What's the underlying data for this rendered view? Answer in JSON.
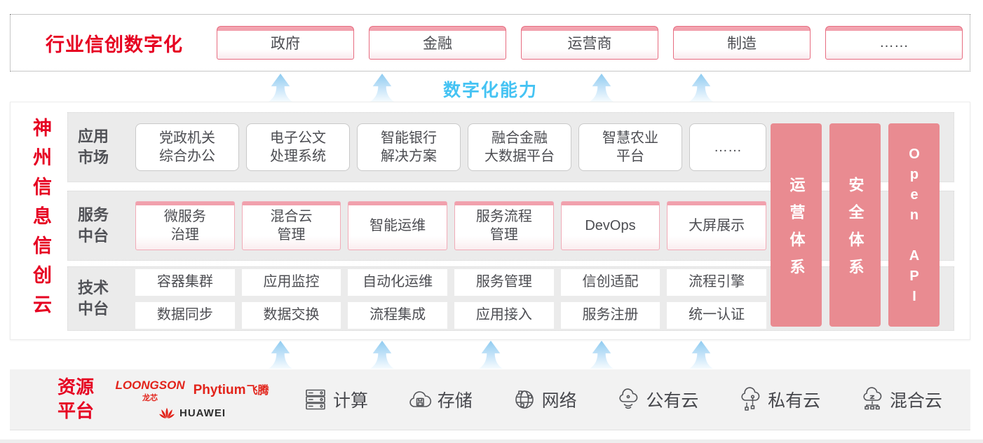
{
  "top_band": {
    "label": "行业信创数字化",
    "sectors": [
      {
        "label": "政府"
      },
      {
        "label": "金融"
      },
      {
        "label": "运营商"
      },
      {
        "label": "制造"
      },
      {
        "label": "……"
      }
    ]
  },
  "capability": {
    "label": "数字化能力"
  },
  "platform": {
    "title": "神州信息信创云",
    "rows": [
      {
        "label": "应用\n市场",
        "items": [
          "党政机关\n综合办公",
          "电子公文\n处理系统",
          "智能银行\n解决方案",
          "融合金融\n大数据平台",
          "智慧农业\n平台",
          "……"
        ]
      },
      {
        "label": "服务\n中台",
        "items": [
          "微服务\n治理",
          "混合云\n管理",
          "智能运维",
          "服务流程\n管理",
          "DevOps",
          "大屏展示"
        ]
      },
      {
        "label": "技术\n中台",
        "items_row1": [
          "容器集群",
          "应用监控",
          "自动化运维",
          "服务管理",
          "信创适配",
          "流程引擎"
        ],
        "items_row2": [
          "数据同步",
          "数据交换",
          "流程集成",
          "应用接入",
          "服务注册",
          "统一认证"
        ]
      }
    ],
    "pillars": [
      {
        "label": "运营体系"
      },
      {
        "label": "安全体系"
      },
      {
        "label": "Open API"
      }
    ]
  },
  "resource_band": {
    "label": "资源\n平台",
    "vendors": {
      "loongson": "LOONGSON",
      "loongson_cn": "龙芯",
      "phytium": "Phytium",
      "phytium_cn": "飞腾",
      "huawei": "HUAWEI"
    },
    "items": [
      {
        "icon": "server-icon",
        "label": "计算"
      },
      {
        "icon": "storage-icon",
        "label": "存储"
      },
      {
        "icon": "network-icon",
        "label": "网络"
      },
      {
        "icon": "public-cloud-icon",
        "label": "公有云"
      },
      {
        "icon": "private-cloud-icon",
        "label": "私有云"
      },
      {
        "icon": "hybrid-cloud-icon",
        "label": "混合云"
      }
    ]
  },
  "colors": {
    "accent_red": "#e60021",
    "pillar_pink": "#e98b91",
    "capability_blue": "#45c3f3",
    "box_border_pink": "#f1abb7"
  }
}
